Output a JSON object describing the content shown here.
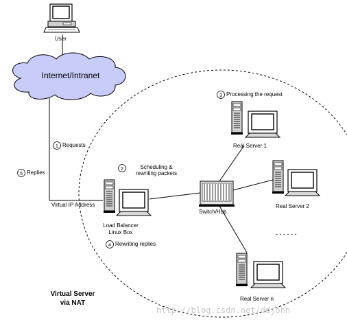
{
  "nodes": {
    "user": "User",
    "internet": "Internet/Intranet",
    "switch": "Switch/Hub",
    "load_balancer_line1": "Load Balancer",
    "load_balancer_line2": "Linux Box",
    "real_server_1": "Real Server 1",
    "real_server_2": "Real Server 2",
    "real_server_n": "Real Server n",
    "virtual_ip": "Virtual IP Address"
  },
  "steps": [
    {
      "num": "1",
      "label": "Requests"
    },
    {
      "num": "2",
      "label_line1": "Scheduling &",
      "label_line2": "rewriting packets"
    },
    {
      "num": "3",
      "label": "Processing the request"
    },
    {
      "num": "4",
      "label": "Rewriting replies"
    },
    {
      "num": "5",
      "label": "Replies"
    }
  ],
  "title": {
    "line1": "Virtual Server",
    "line2": "via NAT"
  },
  "ellipsis": "- - - - - -",
  "watermark": "http://blog.csdn.net/ddjohn"
}
